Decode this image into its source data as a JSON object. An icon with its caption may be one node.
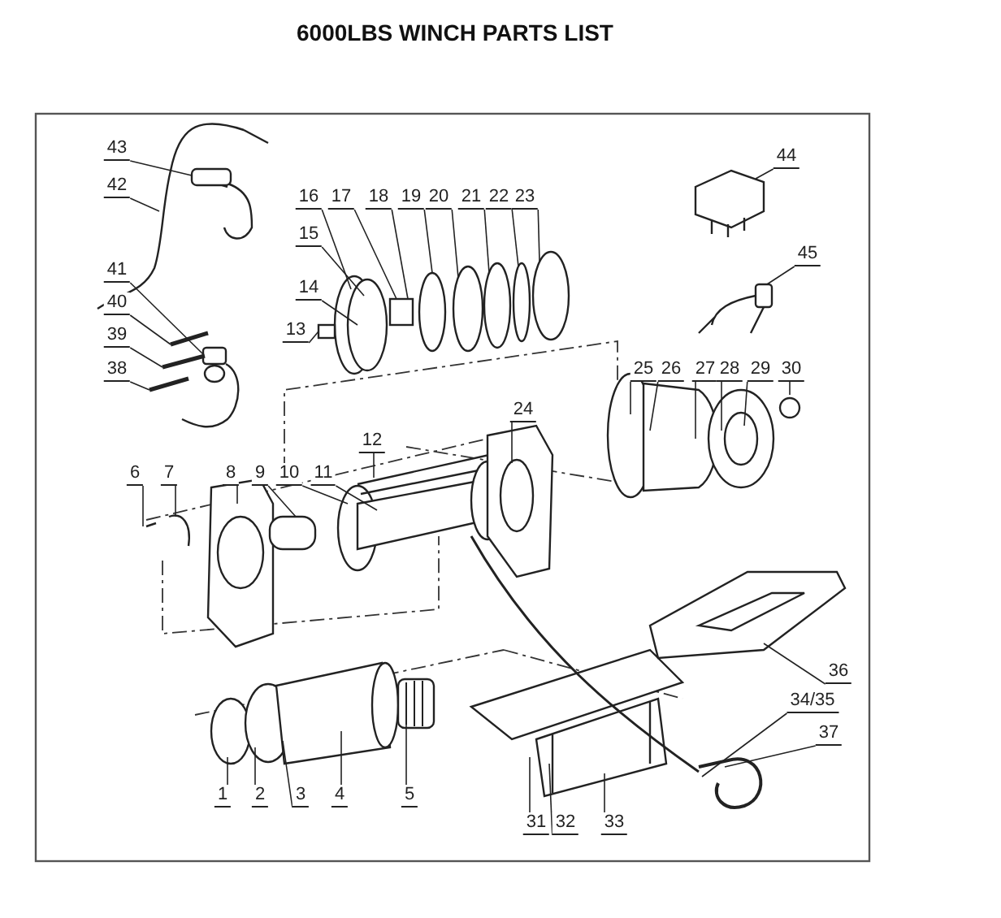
{
  "diagram": {
    "title": "6000LBS WINCH PARTS LIST",
    "nodes": [
      {
        "text": [
          "43"
        ]
      },
      {
        "text": [
          "44"
        ]
      },
      {
        "text": [
          "42"
        ]
      },
      {
        "text": [
          "16"
        ]
      },
      {
        "text": [
          "17"
        ]
      },
      {
        "text": [
          "18"
        ]
      },
      {
        "text": [
          "19"
        ]
      },
      {
        "text": [
          "20"
        ]
      },
      {
        "text": [
          "21"
        ]
      },
      {
        "text": [
          "22"
        ]
      },
      {
        "text": [
          "23"
        ]
      },
      {
        "text": [
          "15"
        ]
      },
      {
        "text": [
          "14"
        ]
      },
      {
        "text": [
          "45"
        ]
      },
      {
        "text": [
          "13"
        ]
      },
      {
        "text": [
          "41"
        ]
      },
      {
        "text": [
          "40"
        ]
      },
      {
        "text": [
          "39"
        ]
      },
      {
        "text": [
          "38"
        ]
      },
      {
        "text": [
          "25"
        ]
      },
      {
        "text": [
          "26"
        ]
      },
      {
        "text": [
          "27"
        ]
      },
      {
        "text": [
          "28"
        ]
      },
      {
        "text": [
          "29"
        ]
      },
      {
        "text": [
          "30"
        ]
      },
      {
        "text": [
          "24"
        ]
      },
      {
        "text": [
          "12"
        ]
      },
      {
        "text": [
          "6"
        ]
      },
      {
        "text": [
          "7"
        ]
      },
      {
        "text": [
          "8"
        ]
      },
      {
        "text": [
          "9"
        ]
      },
      {
        "text": [
          "10"
        ]
      },
      {
        "text": [
          "11"
        ]
      },
      {
        "text": [
          "36"
        ]
      },
      {
        "text": [
          "34/35"
        ]
      },
      {
        "text": [
          "37"
        ]
      },
      {
        "text": [
          "1"
        ]
      },
      {
        "text": [
          "2"
        ]
      },
      {
        "text": [
          "3"
        ]
      },
      {
        "text": [
          "4"
        ]
      },
      {
        "text": [
          "5"
        ]
      },
      {
        "text": [
          "31"
        ]
      },
      {
        "text": [
          "32"
        ]
      },
      {
        "text": [
          "33"
        ]
      },
      {
        "text": [],
        "shape": "box"
      },
      {
        "text": [],
        "shape": "box"
      },
      {
        "text": [],
        "shape": "circle"
      },
      {
        "text": [],
        "shape": "box"
      },
      {
        "text": [],
        "shape": "box"
      },
      {
        "text": [],
        "shape": "box"
      },
      {
        "text": [],
        "shape": "circle"
      },
      {
        "text": [],
        "shape": "circle"
      },
      {
        "text": [],
        "shape": "circle"
      },
      {
        "text": [],
        "shape": "circle"
      },
      {
        "text": [],
        "shape": "circle"
      }
    ],
    "edges": [
      {
        "from": 0,
        "to": 44,
        "arrow": "none"
      },
      {
        "from": 1,
        "to": null,
        "arrow": "none"
      },
      {
        "from": 2,
        "to": null,
        "arrow": "none"
      },
      {
        "from": 3,
        "to": null,
        "arrow": "none"
      },
      {
        "from": 4,
        "to": 45,
        "arrow": "none"
      },
      {
        "from": 5,
        "to": 45,
        "arrow": "none"
      },
      {
        "from": 6,
        "to": 46,
        "arrow": "none"
      },
      {
        "from": 7,
        "to": 51,
        "arrow": "none"
      },
      {
        "from": 8,
        "to": 52,
        "arrow": "none"
      },
      {
        "from": 9,
        "to": 53,
        "arrow": "none"
      },
      {
        "from": 10,
        "to": 54,
        "arrow": "none"
      },
      {
        "from": 11,
        "to": null,
        "arrow": "none"
      },
      {
        "from": 12,
        "to": null,
        "arrow": "none"
      },
      {
        "from": 13,
        "to": 49,
        "arrow": "none"
      },
      {
        "from": 14,
        "to": 47,
        "arrow": "none"
      },
      {
        "from": 15,
        "to": 48,
        "arrow": "none"
      },
      {
        "from": 16,
        "to": null,
        "arrow": "none"
      },
      {
        "from": 17,
        "to": null,
        "arrow": "none"
      },
      {
        "from": 18,
        "to": null,
        "arrow": "none"
      },
      {
        "from": 19,
        "to": null,
        "arrow": "none"
      },
      {
        "from": 20,
        "to": null,
        "arrow": "none"
      },
      {
        "from": 21,
        "to": null,
        "arrow": "none"
      },
      {
        "from": 22,
        "to": null,
        "arrow": "none"
      },
      {
        "from": 23,
        "to": null,
        "arrow": "none"
      },
      {
        "from": 24,
        "to": 50,
        "arrow": "none"
      },
      {
        "from": 25,
        "to": null,
        "arrow": "none"
      },
      {
        "from": 26,
        "to": null,
        "arrow": "none"
      },
      {
        "from": 27,
        "to": null,
        "arrow": "none"
      },
      {
        "from": 28,
        "to": null,
        "arrow": "none"
      },
      {
        "from": 29,
        "to": null,
        "arrow": "none"
      },
      {
        "from": 30,
        "to": null,
        "arrow": "none"
      },
      {
        "from": 31,
        "to": null,
        "arrow": "none"
      },
      {
        "from": 32,
        "to": null,
        "arrow": "none"
      },
      {
        "from": 33,
        "to": null,
        "arrow": "none"
      },
      {
        "from": 34,
        "to": null,
        "arrow": "none"
      },
      {
        "from": 35,
        "to": null,
        "arrow": "none"
      },
      {
        "from": 36,
        "to": null,
        "arrow": "none"
      },
      {
        "from": 37,
        "to": null,
        "arrow": "none"
      },
      {
        "from": 38,
        "to": null,
        "arrow": "none"
      },
      {
        "from": 39,
        "to": null,
        "arrow": "none"
      },
      {
        "from": 40,
        "to": null,
        "arrow": "none"
      },
      {
        "from": 41,
        "to": null,
        "arrow": "none"
      },
      {
        "from": 42,
        "to": null,
        "arrow": "none"
      },
      {
        "from": 43,
        "to": null,
        "arrow": "none"
      }
    ]
  }
}
